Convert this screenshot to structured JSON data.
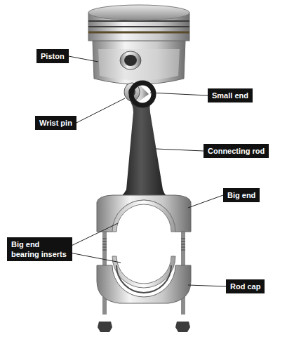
{
  "diagram": {
    "labels": [
      "Piston",
      "Small end",
      "Wrist pin",
      "Connecting rod",
      "Big end",
      "Big end bearing inserts",
      "Rod cap"
    ]
  }
}
